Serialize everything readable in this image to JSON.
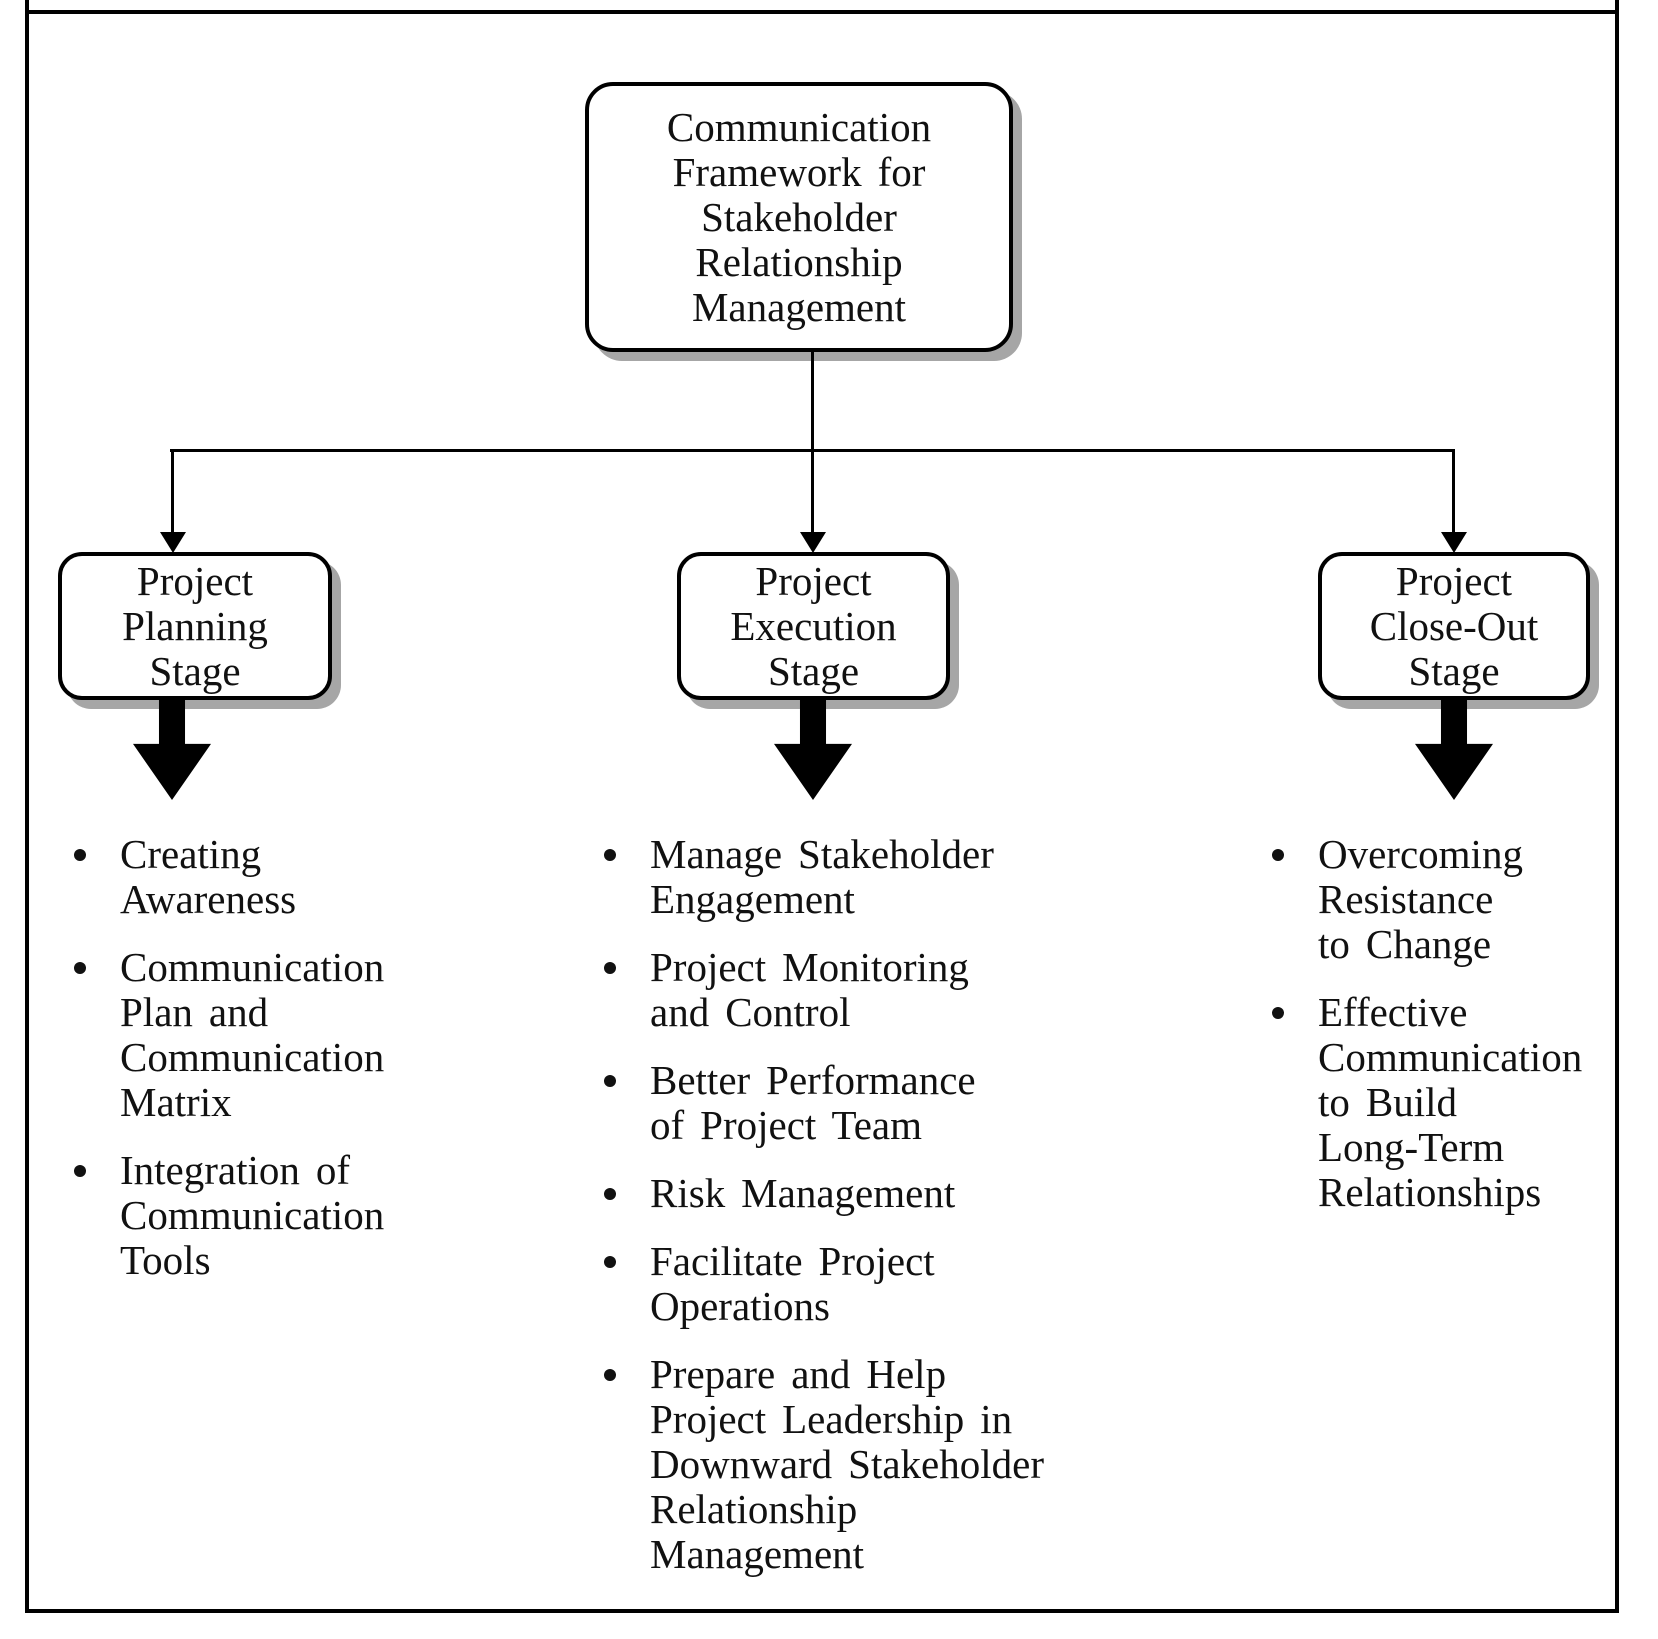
{
  "figure": {
    "root": {
      "label": "Communication\nFramework for\nStakeholder\nRelationship\nManagement"
    },
    "stages": [
      {
        "id": "planning",
        "label": "Project\nPlanning\nStage",
        "items": [
          "Creating\nAwareness",
          "Communication\nPlan and\nCommunication\nMatrix",
          "Integration of\nCommunication\nTools"
        ]
      },
      {
        "id": "execution",
        "label": "Project\nExecution\nStage",
        "items": [
          "Manage Stakeholder\nEngagement",
          "Project Monitoring\nand Control",
          "Better Performance\nof Project Team",
          "Risk Management",
          "Facilitate Project\nOperations",
          "Prepare and Help\nProject Leadership in\nDownward Stakeholder\nRelationship\nManagement"
        ]
      },
      {
        "id": "close-out",
        "label": "Project\nClose-Out\nStage",
        "items": [
          "Overcoming\nResistance\nto Change",
          "Effective\nCommunication\nto Build\nLong-Term\nRelationships"
        ]
      }
    ],
    "colors": {
      "line": "#000000",
      "shadow": "#a6a6a6",
      "background": "#ffffff",
      "text": "#111111"
    }
  }
}
